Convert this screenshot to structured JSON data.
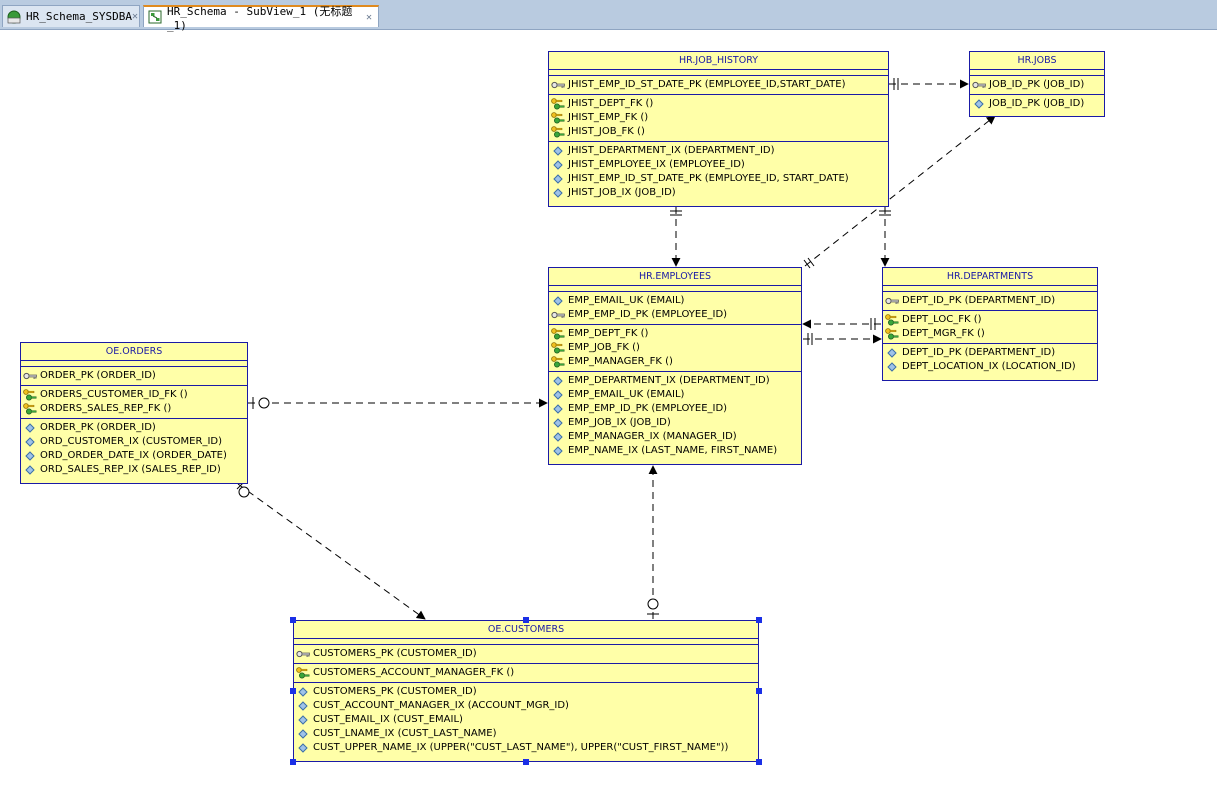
{
  "tabs": [
    {
      "label": "HR_Schema_SYSDBA",
      "icon": "database-connection-icon"
    },
    {
      "label": "HR_Schema - SubView_1 (无标题_1)",
      "icon": "diagram-icon"
    }
  ],
  "colors": {
    "table_fill": "#ffffa8",
    "table_border": "#1a1aa6",
    "selection": "#1a2fe6"
  },
  "tables": {
    "job_history": {
      "title": "HR.JOB_HISTORY",
      "pk": [
        "JHIST_EMP_ID_ST_DATE_PK (EMPLOYEE_ID,START_DATE)"
      ],
      "fks": [
        "JHIST_DEPT_FK ()",
        "JHIST_EMP_FK ()",
        "JHIST_JOB_FK ()"
      ],
      "indexes": [
        "JHIST_DEPARTMENT_IX (DEPARTMENT_ID)",
        "JHIST_EMPLOYEE_IX (EMPLOYEE_ID)",
        "JHIST_EMP_ID_ST_DATE_PK (EMPLOYEE_ID, START_DATE)",
        "JHIST_JOB_IX (JOB_ID)"
      ]
    },
    "jobs": {
      "title": "HR.JOBS",
      "pk": [
        "JOB_ID_PK (JOB_ID)"
      ],
      "indexes": [
        "JOB_ID_PK (JOB_ID)"
      ]
    },
    "employees": {
      "title": "HR.EMPLOYEES",
      "uk": [
        "EMP_EMAIL_UK (EMAIL)"
      ],
      "pk": [
        "EMP_EMP_ID_PK (EMPLOYEE_ID)"
      ],
      "fks": [
        "EMP_DEPT_FK ()",
        "EMP_JOB_FK ()",
        "EMP_MANAGER_FK ()"
      ],
      "indexes": [
        "EMP_DEPARTMENT_IX (DEPARTMENT_ID)",
        "EMP_EMAIL_UK (EMAIL)",
        "EMP_EMP_ID_PK (EMPLOYEE_ID)",
        "EMP_JOB_IX (JOB_ID)",
        "EMP_MANAGER_IX (MANAGER_ID)",
        "EMP_NAME_IX (LAST_NAME, FIRST_NAME)"
      ]
    },
    "departments": {
      "title": "HR.DEPARTMENTS",
      "pk": [
        "DEPT_ID_PK (DEPARTMENT_ID)"
      ],
      "fks": [
        "DEPT_LOC_FK ()",
        "DEPT_MGR_FK ()"
      ],
      "indexes": [
        "DEPT_ID_PK (DEPARTMENT_ID)",
        "DEPT_LOCATION_IX (LOCATION_ID)"
      ]
    },
    "orders": {
      "title": "OE.ORDERS",
      "pk": [
        "ORDER_PK (ORDER_ID)"
      ],
      "fks": [
        "ORDERS_CUSTOMER_ID_FK ()",
        "ORDERS_SALES_REP_FK ()"
      ],
      "indexes": [
        "ORDER_PK (ORDER_ID)",
        "ORD_CUSTOMER_IX (CUSTOMER_ID)",
        "ORD_ORDER_DATE_IX (ORDER_DATE)",
        "ORD_SALES_REP_IX (SALES_REP_ID)"
      ]
    },
    "customers": {
      "title": "OE.CUSTOMERS",
      "pk": [
        "CUSTOMERS_PK (CUSTOMER_ID)"
      ],
      "fks": [
        "CUSTOMERS_ACCOUNT_MANAGER_FK ()"
      ],
      "indexes": [
        "CUSTOMERS_PK (CUSTOMER_ID)",
        "CUST_ACCOUNT_MANAGER_IX (ACCOUNT_MGR_ID)",
        "CUST_EMAIL_IX (CUST_EMAIL)",
        "CUST_LNAME_IX (CUST_LAST_NAME)",
        "CUST_UPPER_NAME_IX (UPPER(\"CUST_LAST_NAME\"), UPPER(\"CUST_FIRST_NAME\"))"
      ]
    }
  }
}
